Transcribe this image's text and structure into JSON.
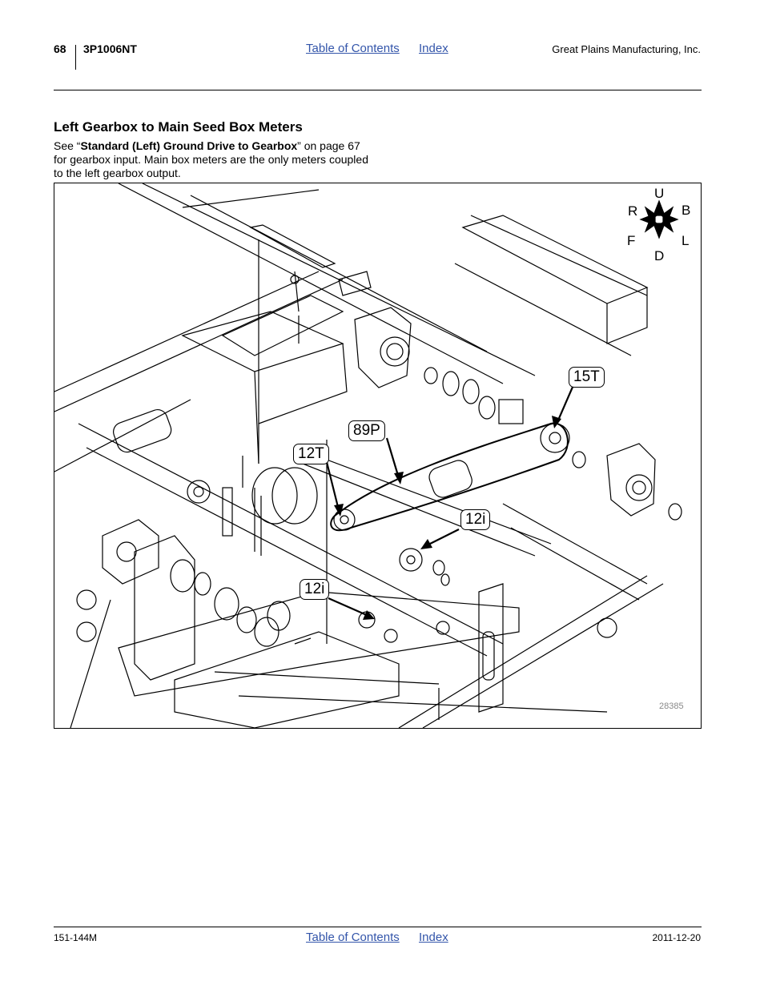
{
  "header": {
    "page_number": "68",
    "model": "3P1006NT",
    "toc_link": "Table of Contents",
    "index_link": "Index",
    "company": "Great Plains Manufacturing, Inc."
  },
  "section": {
    "title": "Left Gearbox to Main Seed Box Meters",
    "text_prefix": "See “",
    "text_bold": "Standard (Left) Ground Drive to Gearbox",
    "text_suffix": "” on page 67 for gearbox input. Main box meters are the only meters coupled to the left gearbox output."
  },
  "figure": {
    "compass": {
      "up": "U",
      "rear": "R",
      "back": "B",
      "front": "F",
      "left": "L",
      "down": "D"
    },
    "callouts": {
      "c15t": "15T",
      "c89p": "89P",
      "c12t": "12T",
      "c12i_upper": "12i",
      "c12i_lower": "12i"
    },
    "figure_number": "28385"
  },
  "footer": {
    "doc_number": "151-144M",
    "toc_link": "Table of Contents",
    "index_link": "Index",
    "date": "2011-12-20"
  }
}
